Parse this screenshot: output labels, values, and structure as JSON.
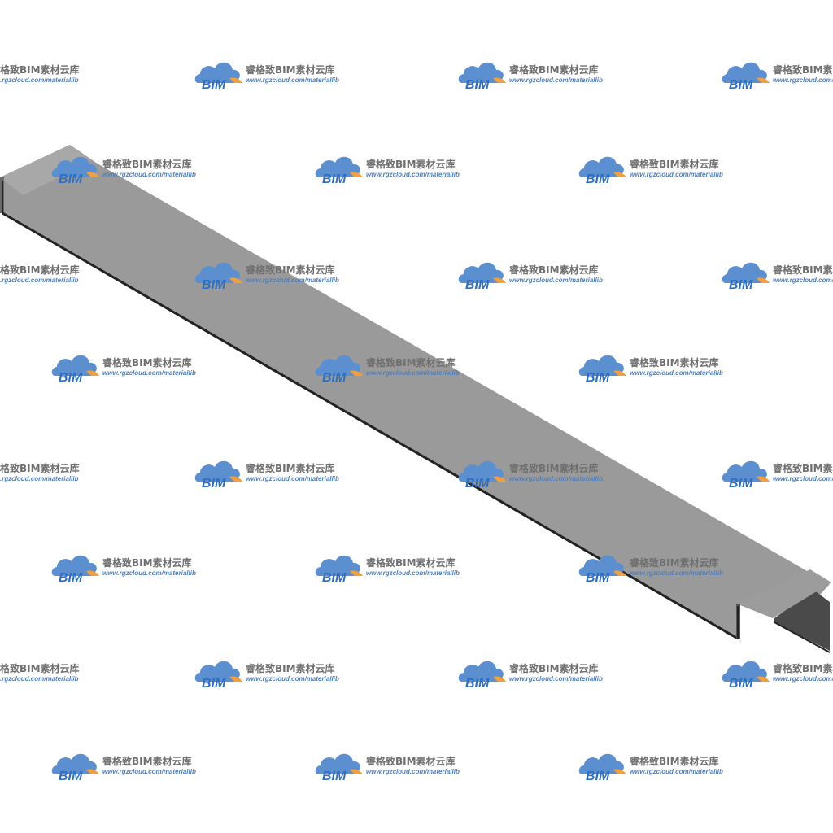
{
  "watermark": {
    "logo_text": "BIM",
    "title": "睿格致BIM素材云库",
    "url": "www.rgzcloud.com/materiallib",
    "cloud_color": "#5b8fd0",
    "cloud_accent_color": "#f0a040",
    "logo_text_color": "#2f6fc0"
  },
  "beam": {
    "top_face_color": "#9a9a9a",
    "side_face_color": "#8a8a8a",
    "inner_face_color": "#4a4a4a",
    "edge_color": "#222222"
  }
}
